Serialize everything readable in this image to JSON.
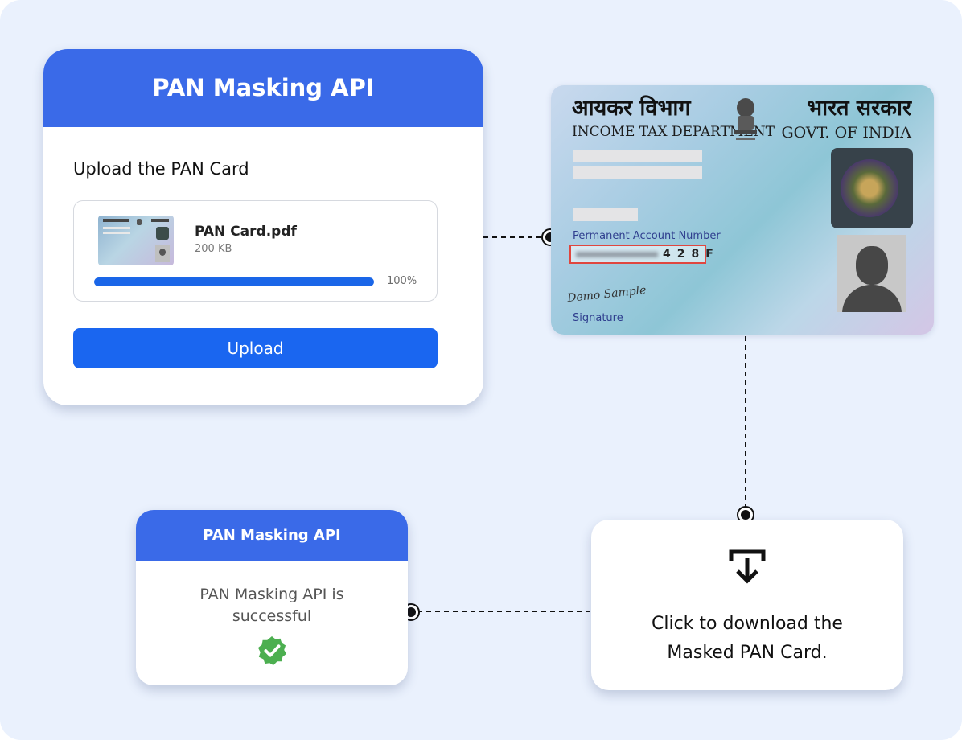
{
  "upload_card": {
    "title": "PAN Masking API",
    "heading": "Upload the PAN Card",
    "file": {
      "name": "PAN Card.pdf",
      "size": "200 KB",
      "progress": 100,
      "progress_label": "100%"
    },
    "button_label": "Upload"
  },
  "pan_card": {
    "dept_hindi": "आयकर विभाग",
    "dept_english": "INCOME TAX DEPARTMENT",
    "govt_hindi": "भारत सरकार",
    "govt_english": "GOVT. OF INDIA",
    "number_label": "Permanent Account Number",
    "number_visible": "428F",
    "demo_sample": "Demo Sample",
    "signature_label": "Signature"
  },
  "download_card": {
    "text_line1": "Click to download the",
    "text_line2": "Masked PAN Card."
  },
  "success_card": {
    "title": "PAN Masking API",
    "message_line1": "PAN Masking API is",
    "message_line2": "successful"
  },
  "colors": {
    "header_blue": "#3a6ae8",
    "button_blue": "#1a66f0",
    "success_green": "#4caf50",
    "canvas_bg": "#eaf1fd",
    "mask_outline": "#e0463f"
  }
}
